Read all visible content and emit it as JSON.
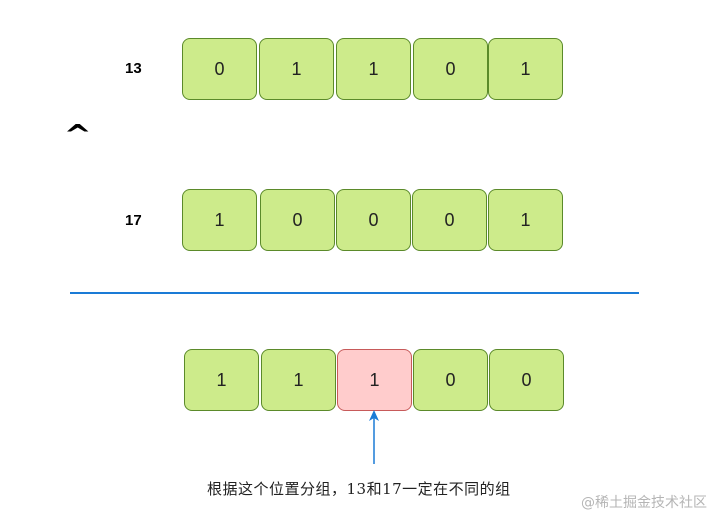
{
  "rows": [
    {
      "label": "13",
      "bits": [
        "0",
        "1",
        "1",
        "0",
        "1"
      ]
    },
    {
      "label": "17",
      "bits": [
        "1",
        "0",
        "0",
        "0",
        "1"
      ]
    },
    {
      "label": "",
      "bits": [
        "1",
        "1",
        "1",
        "0",
        "0"
      ],
      "highlight_index": 2
    }
  ],
  "operator": "^",
  "caption": "根据这个位置分组，13和17一定在不同的组",
  "watermark": "@稀土掘金技术社区",
  "colors": {
    "cell_fill": "#cdeb8b",
    "cell_border": "#5b8a2a",
    "highlight_fill": "#ffcccc",
    "highlight_border": "#c75a5a",
    "divider": "#1a7bd6",
    "arrow": "#1a7bd6"
  }
}
